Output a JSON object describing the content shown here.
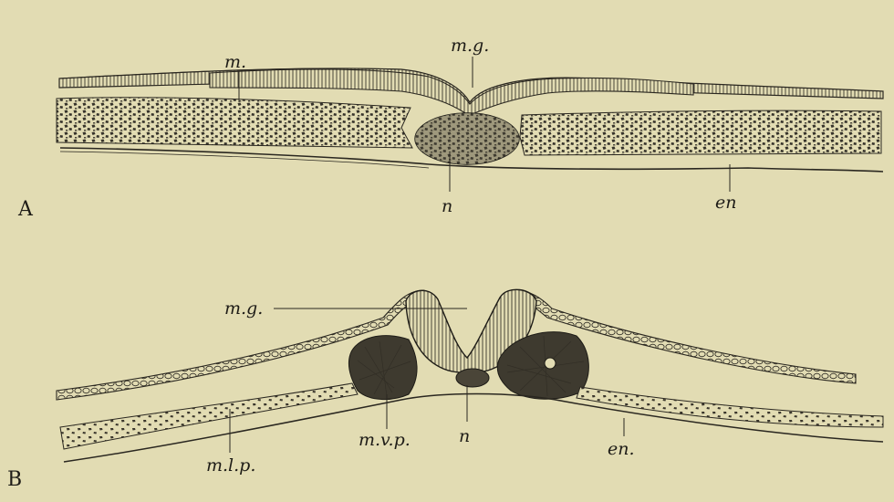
{
  "figure": {
    "panels": [
      {
        "id": "A",
        "letter": "A",
        "labels": {
          "m": "m.",
          "mg": "m.g.",
          "n": "n",
          "en": "en"
        }
      },
      {
        "id": "B",
        "letter": "B",
        "labels": {
          "mg": "m.g.",
          "mvp": "m.v.p.",
          "n": "n",
          "en": "en.",
          "mlp": "m.l.p."
        }
      }
    ],
    "colors": {
      "paper": "#e2dcb3",
      "ink": "#2a2720",
      "dense": "#3a362c"
    }
  }
}
